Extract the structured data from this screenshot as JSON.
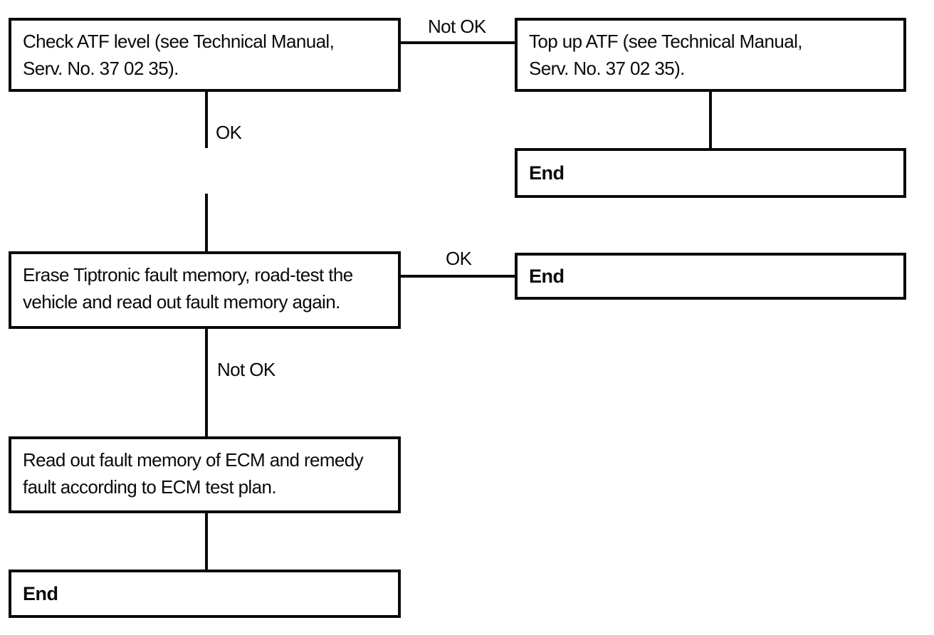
{
  "colors": {
    "background": "#ffffff",
    "line": "#0a0a0a",
    "text": "#0a0a0a"
  },
  "boxes": {
    "check_atf": {
      "lines": [
        "Check ATF level (see Technical Manual,",
        "Serv. No. 37 02 35)."
      ]
    },
    "top_up_atf": {
      "lines": [
        "Top up ATF (see Technical Manual,",
        "Serv. No. 37 02 35)."
      ]
    },
    "erase_memory": {
      "lines": [
        "Erase Tiptronic fault memory, road-test the",
        "vehicle and read out fault memory again."
      ]
    },
    "read_ecm": {
      "lines": [
        "Read out fault memory of ECM and remedy",
        "fault according to ECM test plan."
      ]
    },
    "end_top_right": {
      "label": "End"
    },
    "end_middle_right": {
      "label": "End"
    },
    "end_bottom": {
      "label": "End"
    }
  },
  "edge_labels": {
    "not_ok_top": "Not OK",
    "ok_left": "OK",
    "ok_middle": "OK",
    "not_ok_left": "Not OK"
  }
}
